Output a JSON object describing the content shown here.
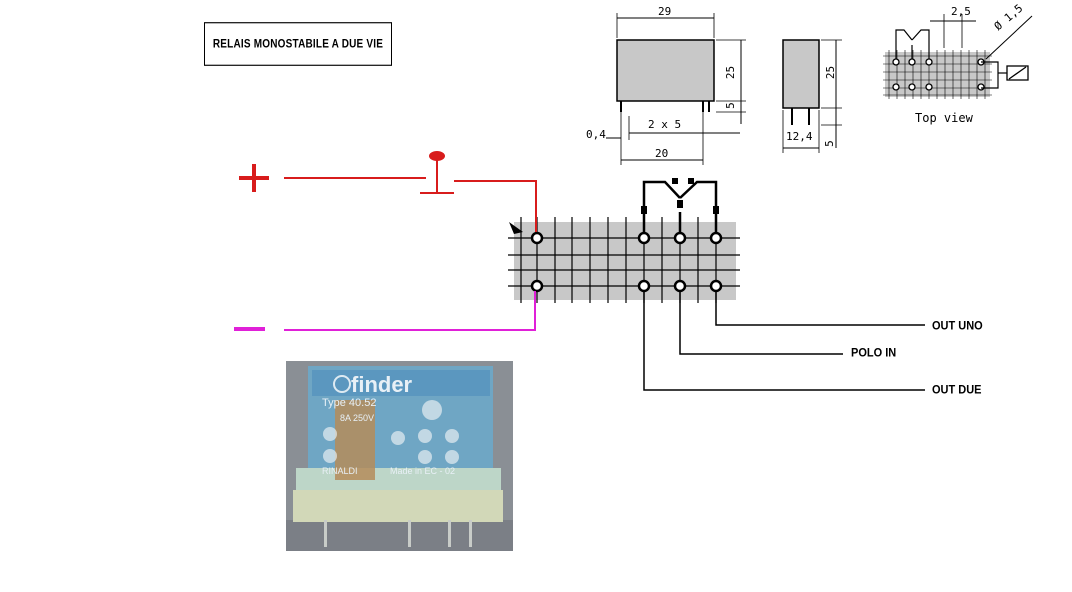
{
  "title": "RELAIS MONOSTABILE A DUE VIE",
  "labels": {
    "out_uno": "OUT UNO",
    "polo_in": "POLO IN",
    "out_due": "OUT DUE"
  },
  "dimensions": {
    "width": "29",
    "height": "25",
    "pin_length": "5",
    "pin_thickness": "0,4",
    "pin_spacing": "2 x 5",
    "base_span": "20",
    "side_height": "25",
    "side_pin": "5",
    "depth": "12,4",
    "grid_pitch": "2,5",
    "hole_diameter": "Ø 1,5"
  },
  "top_view": "Top view",
  "photo": {
    "brand": "finder",
    "type": "Type 40.52",
    "rating": "8A 250V",
    "maker": "RINALDI",
    "origin": "Made in EC - 02"
  },
  "colors": {
    "positive": "#d81c1c",
    "negative": "#e020d8",
    "grid_fill": "#c8c8c8"
  }
}
